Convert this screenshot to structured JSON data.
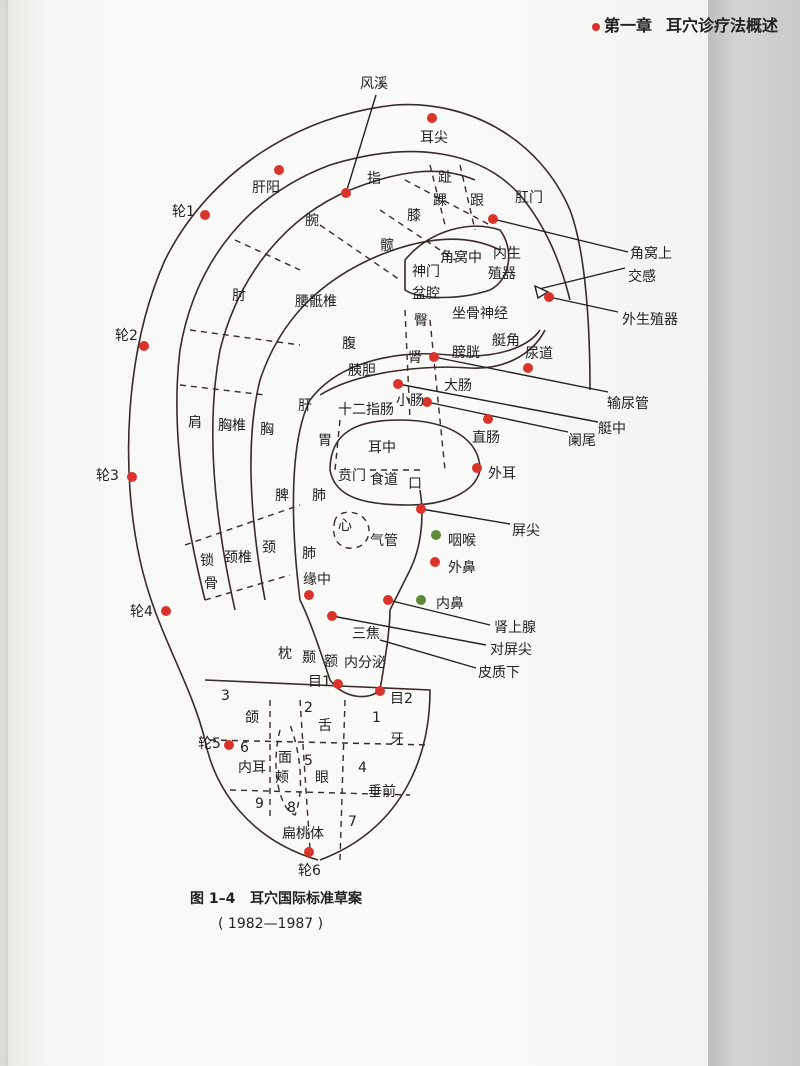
{
  "header": {
    "chapter": "第一章",
    "title": "耳穴诊疗法概述"
  },
  "caption": {
    "figure": "图 1–4",
    "title": "耳穴国际标准草案",
    "years": "( 1982—1987 )"
  },
  "colors": {
    "red_point": "#d9332b",
    "green_point": "#5a8a3a",
    "outline": "#3a2a2a"
  },
  "labels": {
    "fengxi": "风溪",
    "erjian": "耳尖",
    "ganyang": "肝阳",
    "lun1": "轮1",
    "zhi": "指",
    "zhi_toe": "趾",
    "huai": "踝",
    "gen": "跟",
    "gangmen": "肛门",
    "wan": "腕",
    "xi": "膝",
    "kuan": "髋",
    "neisheng1": "内生",
    "neisheng2": "殖器",
    "jiaowozhong": "角窝中",
    "shenmen": "神门",
    "penqiang": "盆腔",
    "jiaowoshang": "角窝上",
    "jiaogan": "交感",
    "waishengzhiqi": "外生殖器",
    "zhou": "肘",
    "yaodizhui": "腰骶椎",
    "tun": "臀",
    "zuogushenjing": "坐骨神经",
    "lun2": "轮2",
    "fu": "腹",
    "tingjiao": "艇角",
    "pangguang": "膀胱",
    "shen": "肾",
    "niaodao": "尿道",
    "yidan": "胰胆",
    "dachang": "大肠",
    "shuniaoguan": "输尿管",
    "gan": "肝",
    "shierzhichang": "十二指肠",
    "xiaochang": "小肠",
    "tingzhong": "艇中",
    "lanwei": "阑尾",
    "jian": "肩",
    "xiongzhui": "胸椎",
    "xiong": "胸",
    "wei": "胃",
    "erzhong": "耳中",
    "zhichang": "直肠",
    "lun3": "轮3",
    "benmen": "贲门",
    "shidao": "食道",
    "kou": "口",
    "waier": "外耳",
    "pi": "脾",
    "fei": "肺",
    "pingjian": "屏尖",
    "xin": "心",
    "qiguan": "气管",
    "yanhou": "咽喉",
    "jing": "颈",
    "jingzhui": "颈椎",
    "suo": "锁",
    "gu": "骨",
    "fei2": "肺",
    "waibi": "外鼻",
    "yuanzhong": "缘中",
    "neibi": "内鼻",
    "lun4": "轮4",
    "shenshangxian": "肾上腺",
    "sanjiao": "三焦",
    "duipingjian": "对屏尖",
    "zhen": "枕",
    "nie": "颞",
    "e": "额",
    "neifenmi": "内分泌",
    "pizhixia": "皮质下",
    "mu1": "目1",
    "mu2": "目2",
    "n3": "3",
    "n2": "2",
    "n1": "1",
    "he": "颌",
    "she": "舌",
    "ya": "牙",
    "lun5": "轮5",
    "n6": "6",
    "n5": "5",
    "n4": "4",
    "neier": "内耳",
    "mianjia1": "面",
    "mianjia2": "颊",
    "yan": "眼",
    "chuiqian": "垂前",
    "n9": "9",
    "n8": "8",
    "n7": "7",
    "biantaoti": "扁桃体",
    "lun6": "轮6"
  }
}
